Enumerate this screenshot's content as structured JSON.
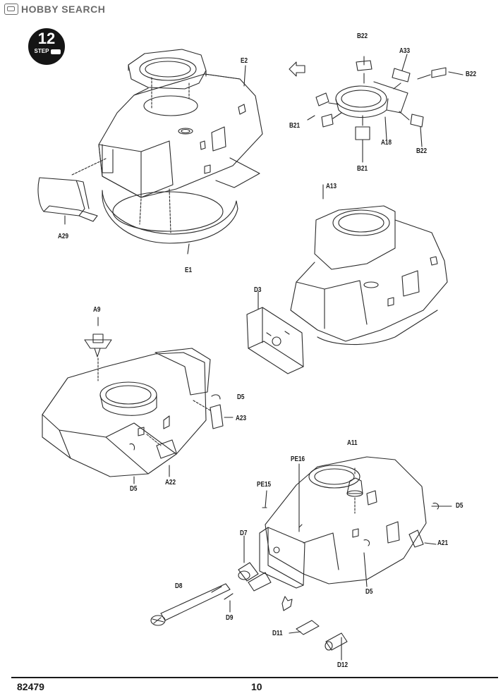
{
  "watermark": {
    "text": "HOBBY SEARCH"
  },
  "step": {
    "number": "12",
    "word": "STEP"
  },
  "parts": {
    "E2": "E2",
    "A29": "A29",
    "E1": "E1",
    "B22_top": "B22",
    "A33": "A33",
    "B22_right": "B22",
    "B21_left": "B21",
    "A18": "A18",
    "B22_bottom": "B22",
    "B21_bottom": "B21",
    "A13": "A13",
    "D3": "D3",
    "A9": "A9",
    "D5_mid": "D5",
    "A23": "A23",
    "D5_left": "D5",
    "A22": "A22",
    "A11": "A11",
    "PE16": "PE16",
    "PE15": "PE15",
    "D5_right": "D5",
    "A21": "A21",
    "D7": "D7",
    "D8": "D8",
    "D9": "D9",
    "D5_bottom": "D5",
    "D11": "D11",
    "D12": "D12"
  },
  "footer": {
    "code": "82479",
    "page": "10"
  }
}
